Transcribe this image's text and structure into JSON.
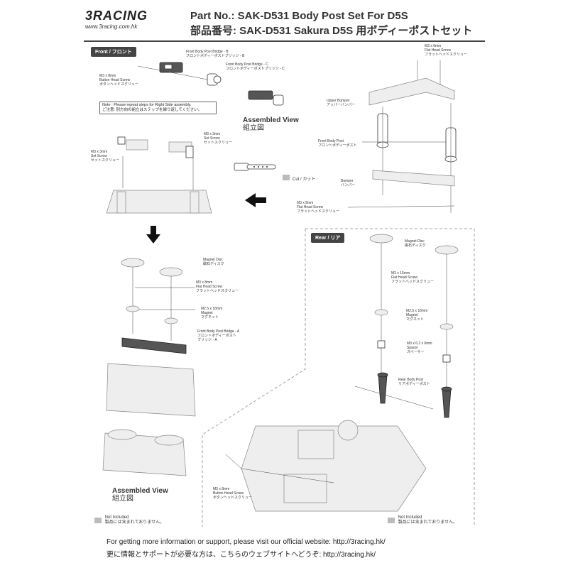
{
  "header": {
    "logo_text": "3RACING",
    "logo_url": "www.3racing.com.hk",
    "title_en": "Part No.: SAK-D531  Body Post Set For D5S",
    "title_jp": "部品番号: SAK-D531  Sakura D5S 用ボディーポストセット"
  },
  "sections": {
    "front_tag": "Front / フロント",
    "rear_tag": "Rear / リア"
  },
  "labels": {
    "fbp_bridge_b_en": "Front Body Post Bridge - B",
    "fbp_bridge_b_jp": "フロントボディーポストブリッジ - B",
    "fbp_bridge_c_en": "Front Body Post Bridge - C",
    "fbp_bridge_c_jp": "フロントボディーポストブリッジ - C",
    "m3x8_button_en": "M3 x 8mm",
    "m3x8_button_en2": "Button Head Screw",
    "m3x8_button_jp": "ボタンヘッドスクリュー",
    "m3x6_flat_en": "M3 x 6mm",
    "m3x6_flat_en2": "Flat Head Screw",
    "m3x6_flat_jp": "フラットヘッドスクリュー",
    "upper_bumper_en": "Upper Bumper",
    "upper_bumper_jp": "アッパーバンパー",
    "front_body_post_en": "Front Body Post",
    "front_body_post_jp": "フロントボディーポスト",
    "bumper_en": "Bumper",
    "bumper_jp": "バンパー",
    "m3x8_flat_en": "M3 x 8mm",
    "m3x8_flat_en2": "Flat Head Screw",
    "m3x8_flat_jp": "フラットヘッドスクリュー",
    "m3x3_set_en": "M3 x 3mm",
    "m3x3_set_en2": "Set Screw",
    "m3x3_set_jp": "セットスクリュー",
    "magnet_disc_en": "Magnet Disc",
    "magnet_disc_jp": "磁石ディスク",
    "m25x18_magnet_en": "M2.5 x 18mm",
    "m25x18_magnet_en2": "Magnet",
    "m25x18_magnet_jp": "マグネット",
    "fbp_bridge_a_en": "Front Body Post Bridge - A",
    "fbp_bridge_a_jp1": "フロントボディーポスト",
    "fbp_bridge_a_jp2": "ブリッジ - A",
    "m3x15_flat_en": "M3 x 15mm",
    "m3x15_flat_en2": "Flat Head Screw",
    "m3x15_flat_jp": "フラットヘッドスクリュー",
    "m3x62_spacer_en": "M3 x 6.2 x 6mm",
    "m3x62_spacer_en2": "Spacer",
    "m3x62_spacer_jp": "スペーサー",
    "rear_body_post_en": "Rear Body Post",
    "rear_body_post_jp": "リアボディーポスト"
  },
  "note": {
    "en": "Note : Please repeat steps for Right Side assembly.",
    "jp": "ご注意: 別方向の組立はステップを繰り返してください。"
  },
  "assembled_view": {
    "en": "Assembled View",
    "jp": "組立図"
  },
  "cut": "Cut / カット",
  "not_included": {
    "en": "Not Included",
    "jp": "製品には含まれておりません。"
  },
  "footer": {
    "line1": "For getting more information or support, please visit our official website: http://3racing.hk/",
    "line2": "更に情報とサポートが必要な方は、こちらのウェブサイトへどうぞ: http://3racing.hk/"
  }
}
